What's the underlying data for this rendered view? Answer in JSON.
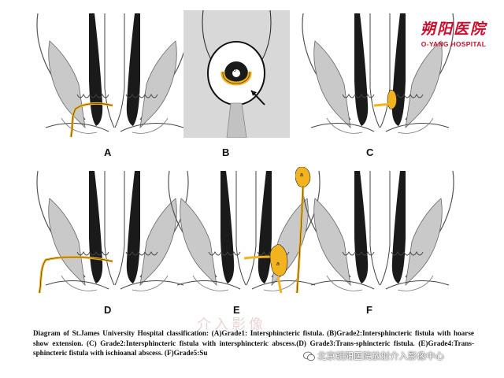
{
  "panels": [
    {
      "id": "A",
      "label": "A"
    },
    {
      "id": "B",
      "label": "B"
    },
    {
      "id": "C",
      "label": "C"
    },
    {
      "id": "D",
      "label": "D"
    },
    {
      "id": "E",
      "label": "E"
    },
    {
      "id": "F",
      "label": "F"
    }
  ],
  "logo": {
    "chinese": "朔阳医院",
    "english": "O-YANG HOSPITAL",
    "color": "#c8102e"
  },
  "panel_b_marker": "0",
  "panel_e_marker": "a",
  "panel_f_marker": "a",
  "caption": "Diagram of St.James University Hospital classification: (A)Grade1: Intersphincteric fistula. (B)Grade2:Intersphincteric fistula with hoarse show extension. (C) Grade2:Intersphincteric fistula with intersphincteric abscess.(D) Grade3:Trans-sphincteric fistula. (E)Grade4:Trans-sphincteric fistula with ischioanal abscess. (F)Grade5:Su",
  "watermark": "介入影像",
  "wechat_account": "北京朝阳医院放射介入影像中心",
  "colors": {
    "fistula": "#f2b31f",
    "sphincter": "#1a1a1a",
    "tissue": "#c9c9c9",
    "background": "#ffffff"
  }
}
